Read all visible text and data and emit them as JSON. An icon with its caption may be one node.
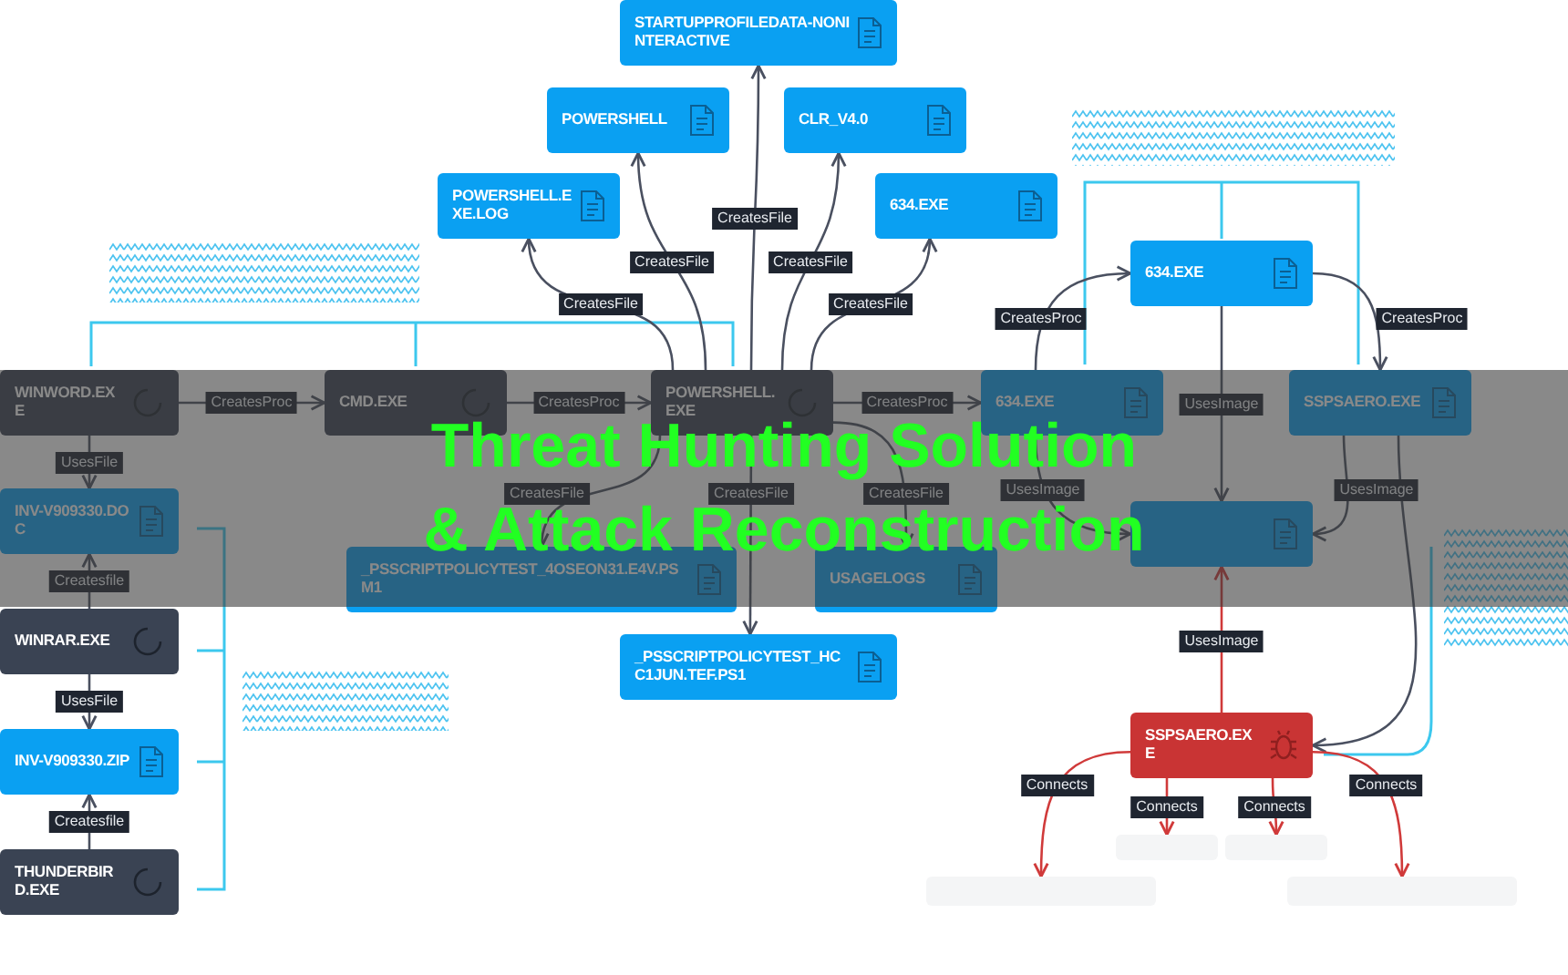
{
  "diagram": {
    "title": "Threat Hunting Solution & Attack Reconstruction",
    "nodes": [
      {
        "text": [
          "STARTUPPROFILEDATA-NONINTERACTIVE"
        ]
      },
      {
        "text": [
          "POWERSHELL"
        ]
      },
      {
        "text": [
          "CLR_V4.0"
        ]
      },
      {
        "text": [
          "POWERSHELL.EXE.LOG"
        ]
      },
      {
        "text": [
          "634.EXE"
        ]
      },
      {
        "text": [
          "634.EXE"
        ]
      },
      {
        "text": [
          "WINWORD.EXE"
        ]
      },
      {
        "text": [
          "CMD.EXE"
        ]
      },
      {
        "text": [
          "POWERSHELL.EXE"
        ]
      },
      {
        "text": [
          "634.EXE"
        ]
      },
      {
        "text": [
          "SSPSAERO.EXE"
        ]
      },
      {
        "text": [
          "INV-V909330.DOC"
        ]
      },
      {
        "text": [],
        "shape": "box"
      },
      {
        "text": [
          "_PSSCRIPTPOLICYTEST_4OSEON31.E4V.PSM1"
        ]
      },
      {
        "text": [
          "USAGELOGS"
        ]
      },
      {
        "text": [
          "WINRAR.EXE"
        ]
      },
      {
        "text": [
          "_PSSCRIPTPOLICYTEST_HCC1JUN.TEF.PS1"
        ]
      },
      {
        "text": [
          "INV-V909330.ZIP"
        ]
      },
      {
        "text": [
          "THUNDERBIRD.EXE"
        ]
      },
      {
        "text": [
          "SSPSAERO.EXE"
        ]
      },
      {
        "text": [],
        "shape": "box"
      },
      {
        "text": [],
        "shape": "box"
      },
      {
        "text": [],
        "shape": "box"
      },
      {
        "text": [],
        "shape": "box"
      },
      {
        "text": [],
        "shape": "hatch"
      },
      {
        "text": [],
        "shape": "hatch"
      },
      {
        "text": [],
        "shape": "hatch"
      },
      {
        "text": [],
        "shape": "hatch"
      }
    ],
    "edges": [
      {
        "from": 6,
        "to": 7,
        "arrow": "to",
        "label": "CreatesProc"
      },
      {
        "from": 7,
        "to": 8,
        "arrow": "to",
        "label": "CreatesProc"
      },
      {
        "from": 8,
        "to": 9,
        "arrow": "to",
        "label": "CreatesProc"
      },
      {
        "from": 8,
        "to": 3,
        "arrow": "to",
        "label": "CreatesFile"
      },
      {
        "from": 8,
        "to": 1,
        "arrow": "to",
        "label": "CreatesFile"
      },
      {
        "from": 8,
        "to": 0,
        "arrow": "to",
        "label": "CreatesFile"
      },
      {
        "from": 8,
        "to": 2,
        "arrow": "to",
        "label": "CreatesFile"
      },
      {
        "from": 8,
        "to": 4,
        "arrow": "to",
        "label": "CreatesFile"
      },
      {
        "from": 8,
        "to": 13,
        "arrow": "to",
        "label": "CreatesFile"
      },
      {
        "from": 8,
        "to": 16,
        "arrow": "to",
        "label": "CreatesFile"
      },
      {
        "from": 8,
        "to": 14,
        "arrow": "to",
        "label": "CreatesFile"
      },
      {
        "from": 9,
        "to": 5,
        "arrow": "to",
        "label": "CreatesProc"
      },
      {
        "from": 5,
        "to": 10,
        "arrow": "to",
        "label": "CreatesProc"
      },
      {
        "from": 5,
        "to": 12,
        "arrow": "to",
        "label": "UsesImage"
      },
      {
        "from": 9,
        "to": 12,
        "arrow": "to",
        "label": "UsesImage"
      },
      {
        "from": 10,
        "to": 12,
        "arrow": "to",
        "label": "UsesImage"
      },
      {
        "from": 19,
        "to": 12,
        "arrow": "to",
        "label": "UsesImage",
        "color": "#d03a3a"
      },
      {
        "from": 6,
        "to": 11,
        "arrow": "to",
        "label": "UsesFile"
      },
      {
        "from": 15,
        "to": 11,
        "arrow": "to",
        "label": "Createsfile"
      },
      {
        "from": 15,
        "to": 17,
        "arrow": "to",
        "label": "UsesFile"
      },
      {
        "from": 18,
        "to": 17,
        "arrow": "to",
        "label": "Createsfile"
      },
      {
        "from": 10,
        "to": 19,
        "arrow": "to"
      },
      {
        "from": 19,
        "to": 20,
        "arrow": "to",
        "label": "Connects",
        "color": "#d03a3a"
      },
      {
        "from": 19,
        "to": 21,
        "arrow": "to",
        "label": "Connects",
        "color": "#d03a3a"
      },
      {
        "from": 19,
        "to": 22,
        "arrow": "to",
        "label": "Connects",
        "color": "#d03a3a"
      },
      {
        "from": 19,
        "to": 23,
        "arrow": "to",
        "label": "Connects",
        "color": "#d03a3a"
      }
    ]
  }
}
